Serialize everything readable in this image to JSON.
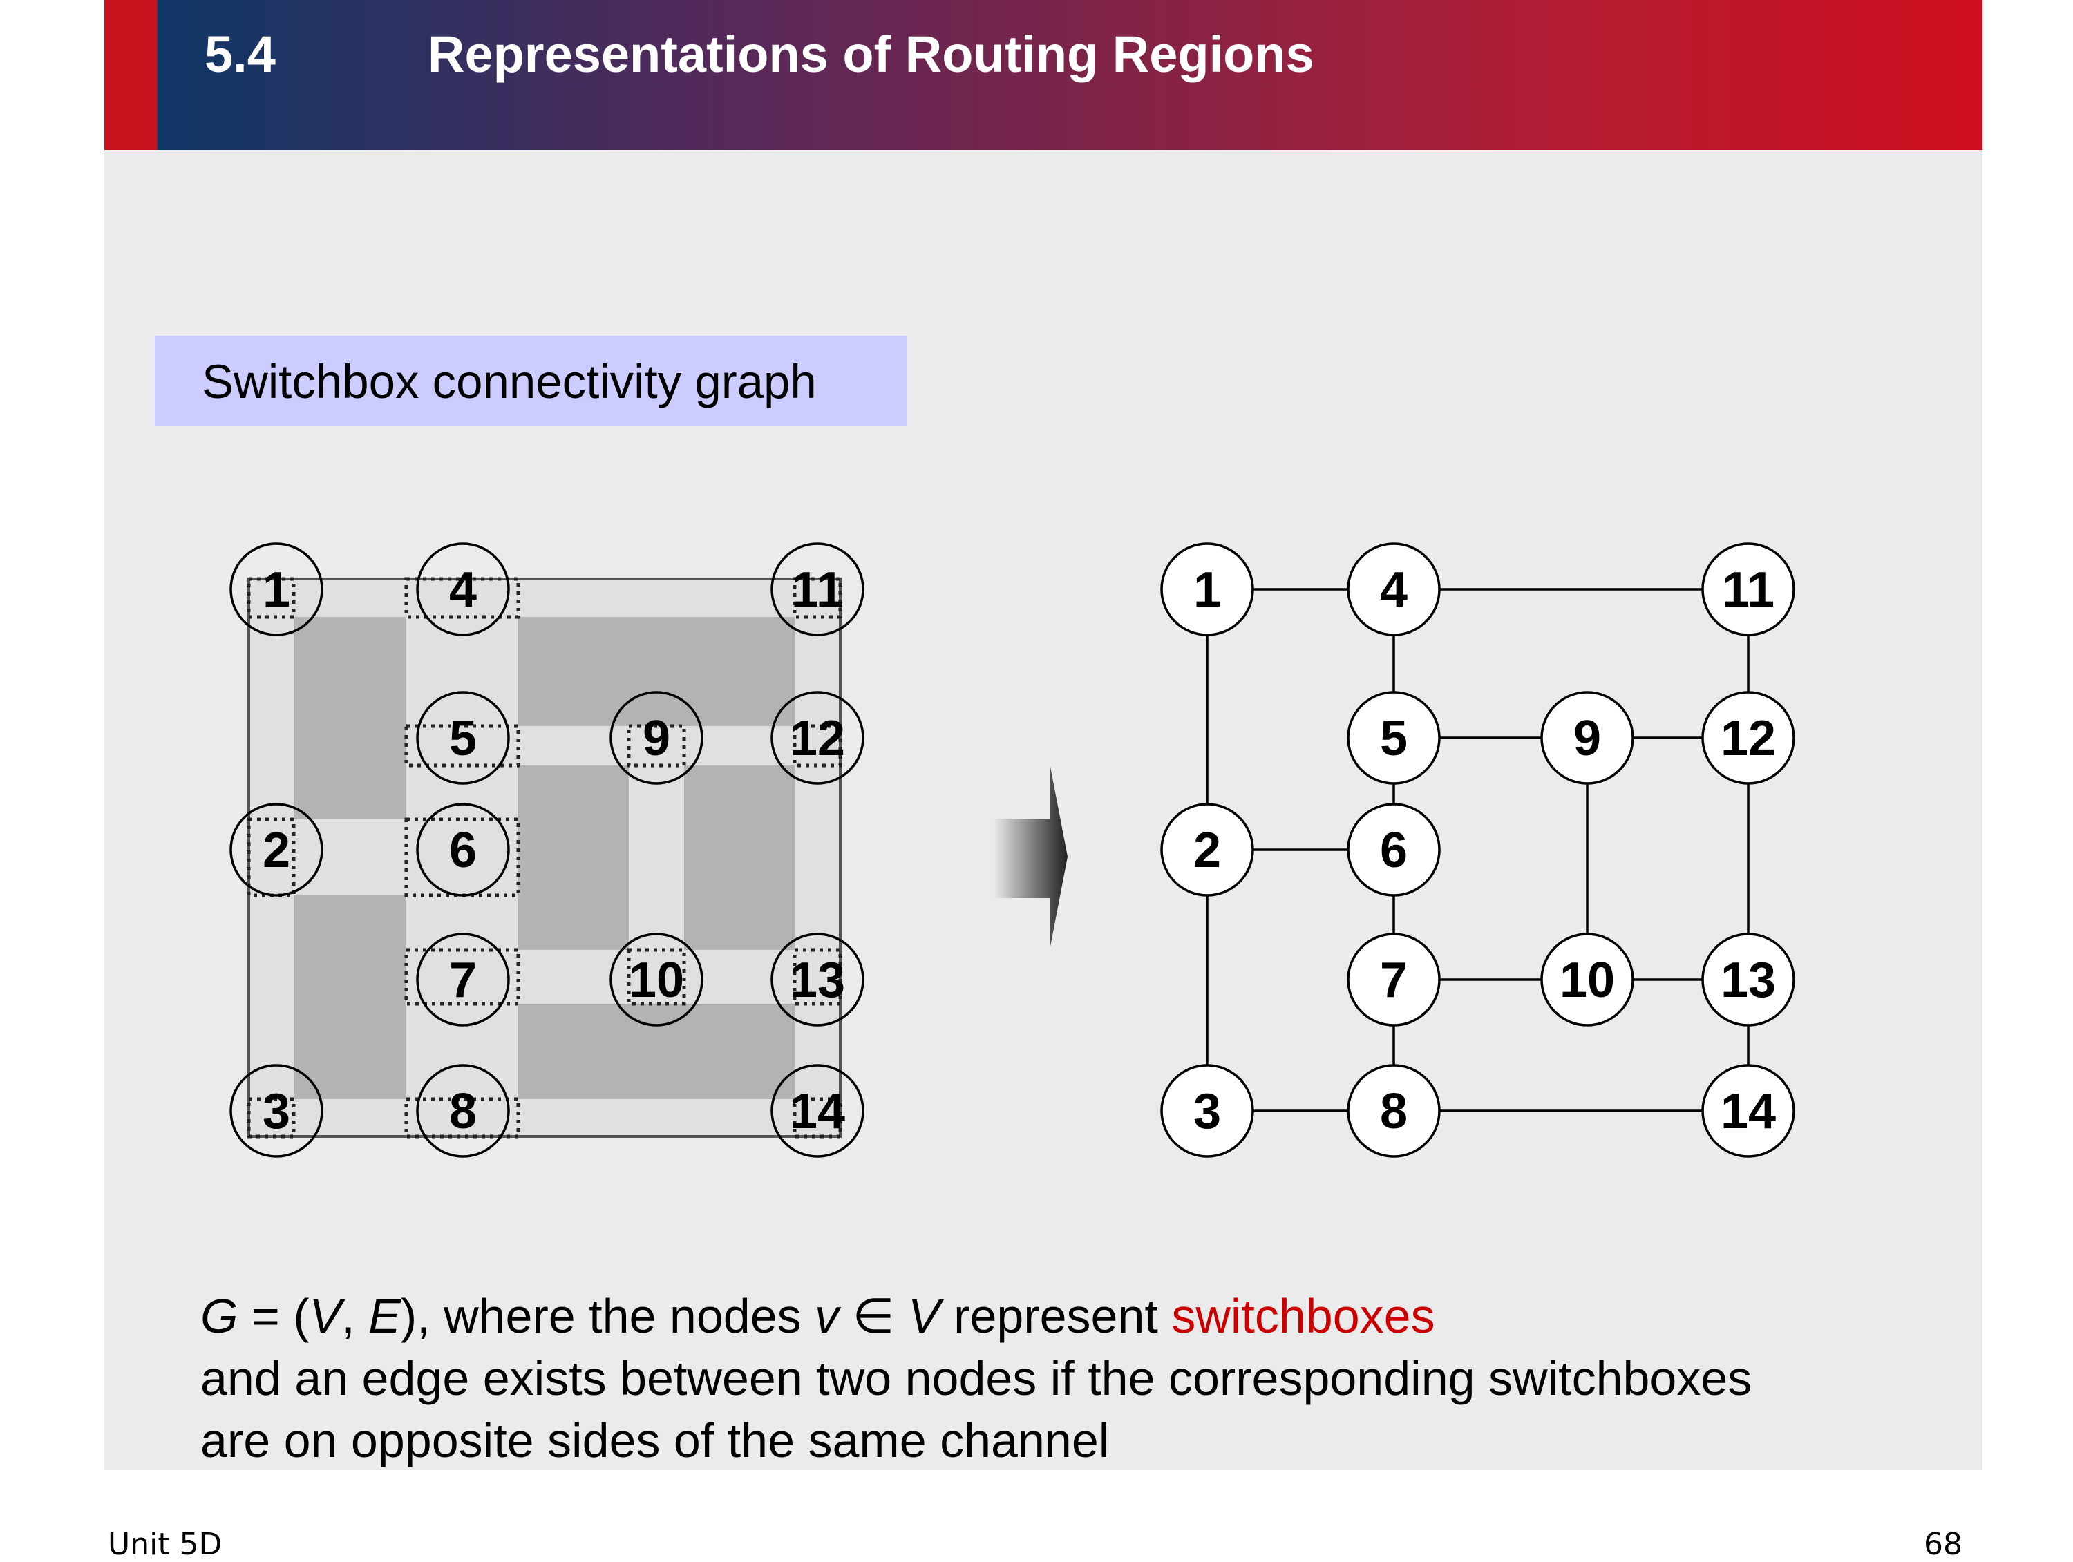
{
  "header": {
    "number": "5.4",
    "title": "Representations of Routing Regions"
  },
  "subtitle": "Switchbox connectivity graph",
  "nodes": [
    "1",
    "2",
    "3",
    "4",
    "5",
    "6",
    "7",
    "8",
    "9",
    "10",
    "11",
    "12",
    "13",
    "14"
  ],
  "edges": [
    [
      "1",
      "4"
    ],
    [
      "4",
      "11"
    ],
    [
      "1",
      "2"
    ],
    [
      "2",
      "3"
    ],
    [
      "4",
      "5"
    ],
    [
      "5",
      "6"
    ],
    [
      "6",
      "7"
    ],
    [
      "7",
      "8"
    ],
    [
      "2",
      "6"
    ],
    [
      "3",
      "8"
    ],
    [
      "8",
      "14"
    ],
    [
      "5",
      "9"
    ],
    [
      "9",
      "12"
    ],
    [
      "11",
      "12"
    ],
    [
      "12",
      "13"
    ],
    [
      "13",
      "14"
    ],
    [
      "9",
      "10"
    ],
    [
      "7",
      "10"
    ],
    [
      "10",
      "13"
    ]
  ],
  "caption": {
    "line1_a": "G",
    "line1_b": " = (",
    "line1_c": "V",
    "line1_d": ", ",
    "line1_e": "E",
    "line1_f": "), where the nodes ",
    "line1_g": "v",
    "line1_h": " ∈ ",
    "line1_i": "V",
    "line1_j": " represent ",
    "line1_k": "switchboxes",
    "line2": "and an edge exists between two nodes if the corresponding switchboxes",
    "line3": "are on opposite sides of the same channel"
  },
  "footer": {
    "left": "Unit 5D",
    "right": "68"
  },
  "colors": {
    "highlight": "#cc0000",
    "subtitle_bg": "#ccccff",
    "slide_bg": "#ebebeb",
    "block_gray": "#b3b3b3",
    "channel_light": "#e0e0e0"
  }
}
